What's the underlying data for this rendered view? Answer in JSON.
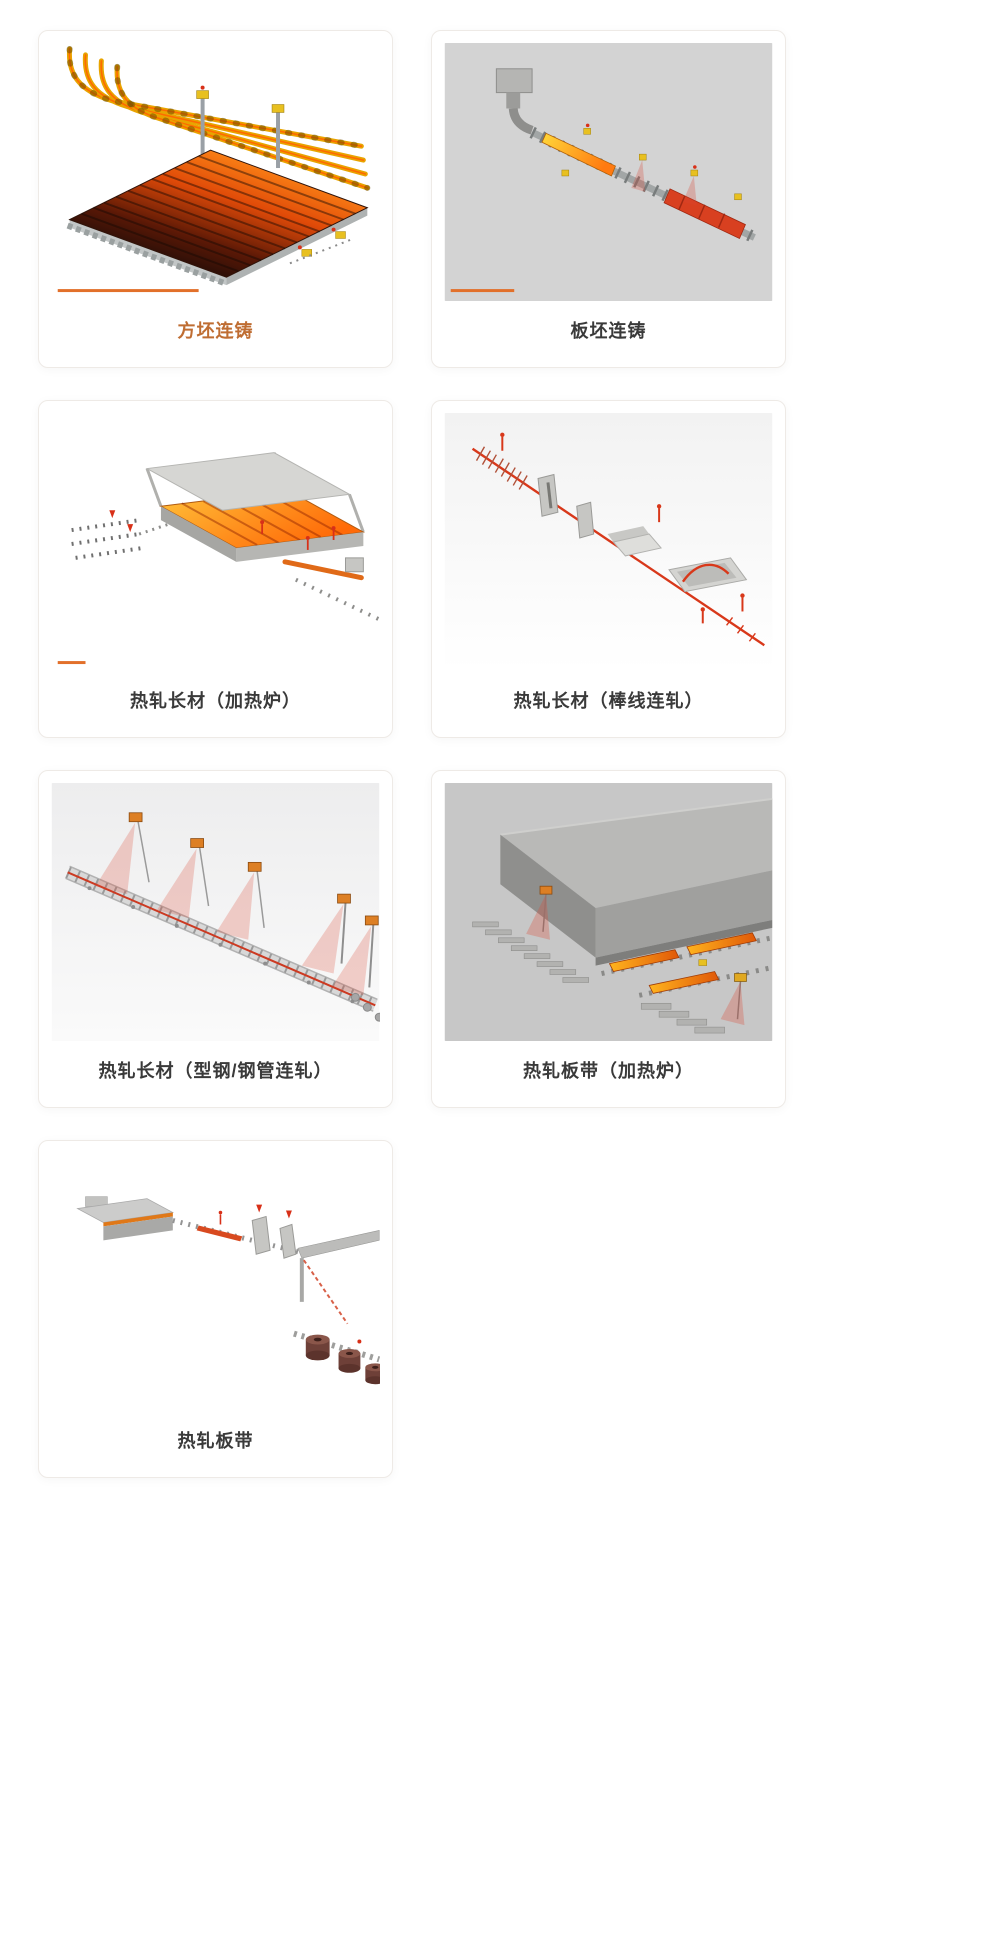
{
  "theme": {
    "accent_color": "#bf6d32",
    "title_color": "#3a3a3a",
    "card_border_color": "#eeeae6",
    "image_marker_color": "#e2702a"
  },
  "cards": [
    {
      "id": "billet-casting",
      "title": "方坯连铸",
      "highlighted": true
    },
    {
      "id": "slab-casting",
      "title": "板坯连铸",
      "highlighted": false
    },
    {
      "id": "long-products-reheating-furnace",
      "title": "热轧长材（加热炉）",
      "highlighted": false
    },
    {
      "id": "long-products-bar-wire-mill",
      "title": "热轧长材（棒线连轧）",
      "highlighted": false
    },
    {
      "id": "long-products-section-pipe-mill",
      "title": "热轧长材（型钢/钢管连轧）",
      "highlighted": false
    },
    {
      "id": "strip-reheating-furnace",
      "title": "热轧板带（加热炉）",
      "highlighted": false
    },
    {
      "id": "hot-strip",
      "title": "热轧板带",
      "highlighted": false
    }
  ]
}
